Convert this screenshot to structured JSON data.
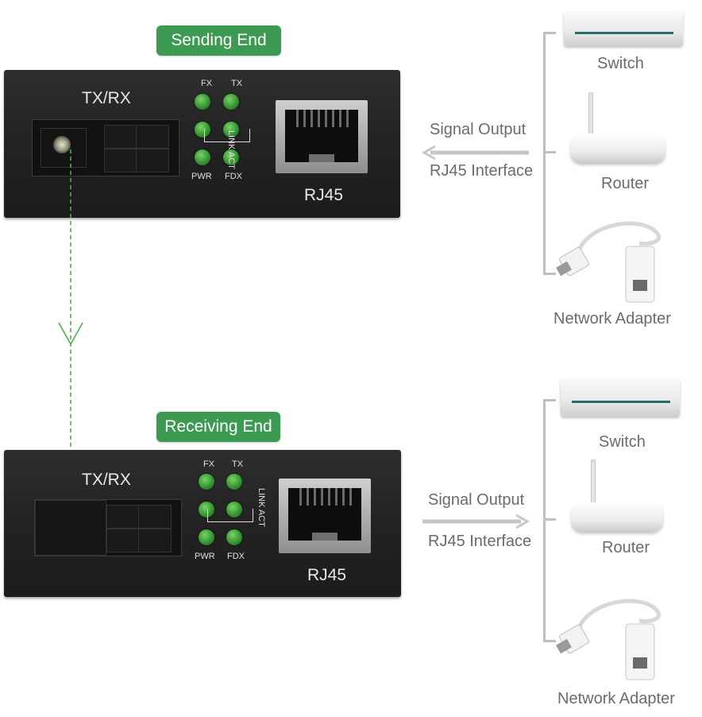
{
  "sending": {
    "badge": "Sending End",
    "device": {
      "txrx": "TX/RX",
      "rj45": "RJ45",
      "leds": {
        "fx": "FX",
        "tx": "TX",
        "link_act": "LINK ACT",
        "pwr": "PWR",
        "fdx": "FDX"
      }
    },
    "arrow": {
      "line1": "Signal Output",
      "line2": "RJ45 Interface",
      "direction": "left"
    },
    "equipment": {
      "switch": "Switch",
      "router": "Router",
      "adapter": "Network Adapter"
    }
  },
  "receiving": {
    "badge": "Receiving End",
    "device": {
      "txrx": "TX/RX",
      "rj45": "RJ45",
      "leds": {
        "fx": "FX",
        "tx": "TX",
        "link_act": "LINK ACT",
        "pwr": "PWR",
        "fdx": "FDX"
      }
    },
    "arrow": {
      "line1": "Signal Output",
      "line2": "RJ45 Interface",
      "direction": "right"
    },
    "equipment": {
      "switch": "Switch",
      "router": "Router",
      "adapter": "Network Adapter"
    }
  },
  "colors": {
    "badge_green": "#3d9a52",
    "fiber_line": "#4caf50",
    "device_body": "#232323",
    "led_green": "#3ea23a",
    "label_gray": "#6b6b6b"
  }
}
